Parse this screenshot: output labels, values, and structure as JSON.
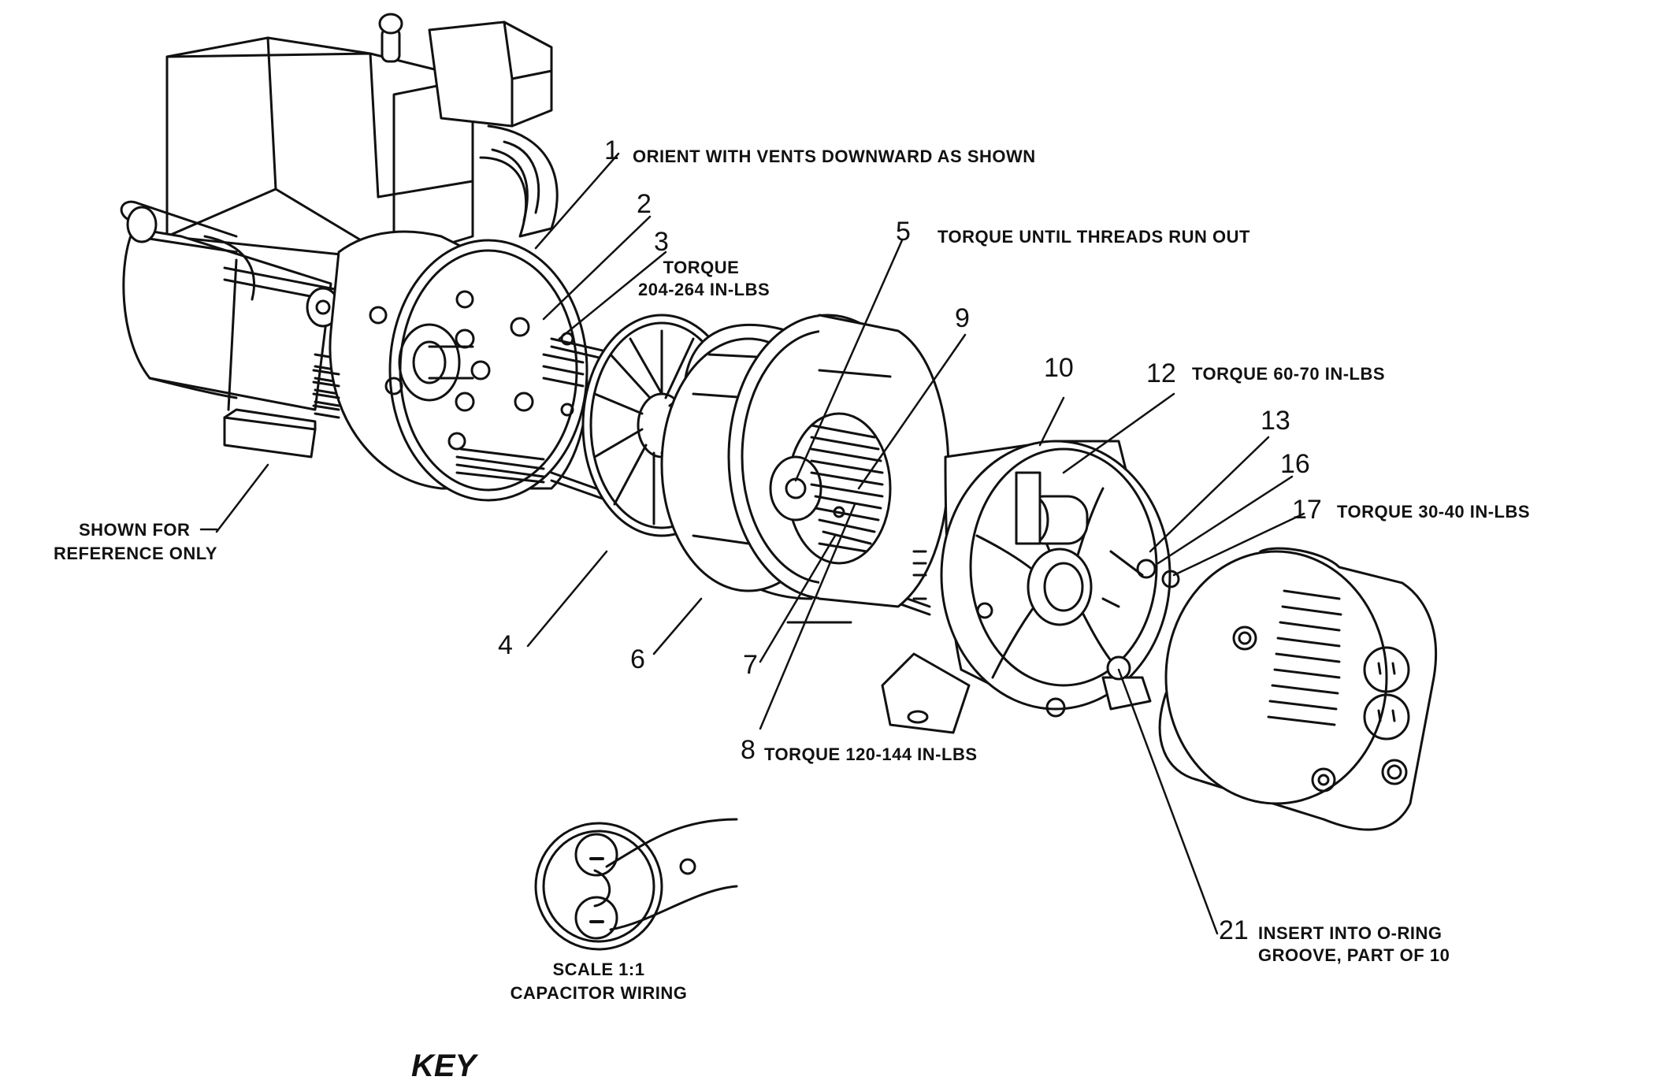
{
  "callouts": {
    "c1": {
      "num": "1",
      "note": "ORIENT WITH VENTS DOWNWARD AS SHOWN"
    },
    "c2": {
      "num": "2"
    },
    "c3": {
      "num": "3",
      "note_l1": "TORQUE",
      "note_l2": "204-264 IN-LBS"
    },
    "c4": {
      "num": "4"
    },
    "c5": {
      "num": "5",
      "note": "TORQUE UNTIL THREADS RUN OUT"
    },
    "c6": {
      "num": "6"
    },
    "c7": {
      "num": "7"
    },
    "c8": {
      "num": "8",
      "note": "TORQUE 120-144 IN-LBS"
    },
    "c9": {
      "num": "9"
    },
    "c10": {
      "num": "10"
    },
    "c12": {
      "num": "12",
      "note": "TORQUE 60-70 IN-LBS"
    },
    "c13": {
      "num": "13"
    },
    "c16": {
      "num": "16"
    },
    "c17": {
      "num": "17",
      "note": "TORQUE 30-40 IN-LBS"
    },
    "c21": {
      "num": "21",
      "note_l1": "INSERT INTO O-RING",
      "note_l2": "GROOVE, PART OF 10"
    }
  },
  "reference_note": {
    "line1": "SHOWN FOR",
    "line2": "REFERENCE ONLY"
  },
  "capacitor_detail": {
    "line1": "SCALE 1:1",
    "line2": "CAPACITOR WIRING"
  },
  "footer": {
    "key_label": "KEY"
  },
  "colors": {
    "line": "#111111",
    "background": "#ffffff"
  }
}
